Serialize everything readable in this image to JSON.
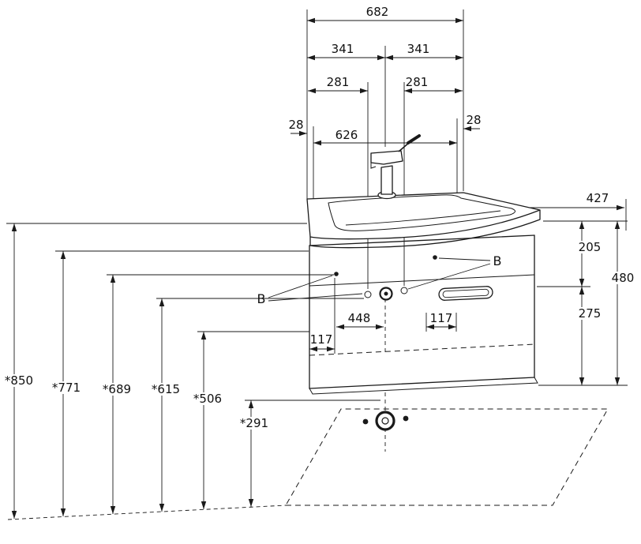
{
  "dims": {
    "top": {
      "overall": "682",
      "half_left": "341",
      "half_right": "341",
      "offset_left": "281",
      "offset_right": "281",
      "margin_left": "28",
      "margin_right": "28",
      "inner": "626"
    },
    "right": {
      "depth": "427",
      "upper": "205",
      "total": "480",
      "lower": "275"
    },
    "left": {
      "h850": "*850",
      "h771": "*771",
      "h689": "*689",
      "h615": "*615",
      "h506": "*506",
      "h291": "*291"
    },
    "inner": {
      "span": "448",
      "right_offset": "117",
      "left_offset": "117"
    },
    "markers": {
      "fixing_left": "B",
      "fixing_right": "B"
    }
  },
  "colors": {
    "line": "#1a1a1a",
    "background": "#ffffff"
  }
}
